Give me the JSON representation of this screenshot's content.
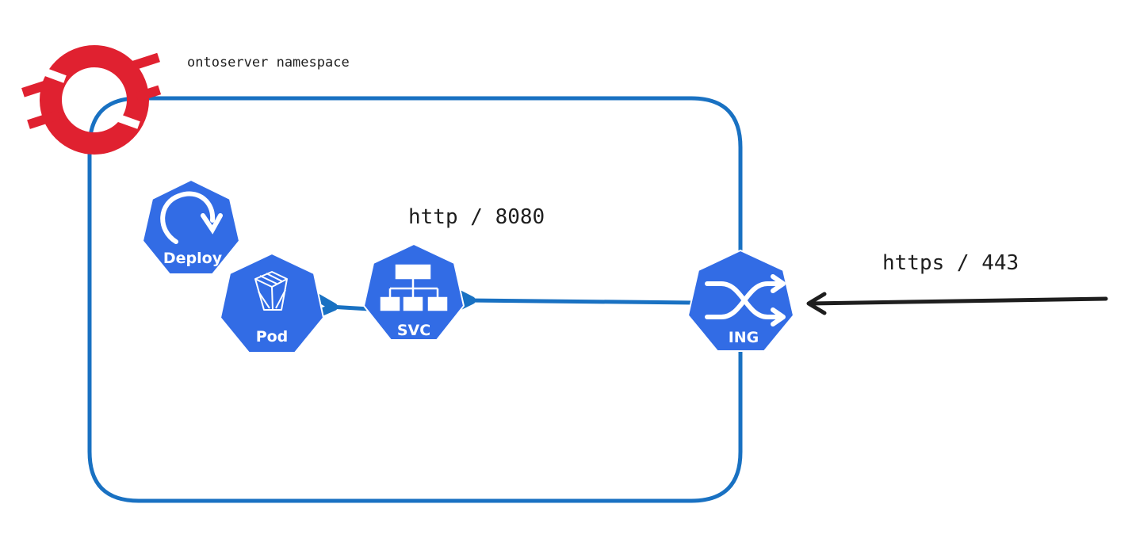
{
  "namespace": {
    "label": "ontoserver namespace"
  },
  "labels": {
    "internal_port": "http / 8080",
    "external_port": "https / 443"
  },
  "nodes": {
    "deploy": {
      "label": "Deploy"
    },
    "pod": {
      "label": "Pod"
    },
    "svc": {
      "label": "SVC"
    },
    "ing": {
      "label": "ING"
    }
  },
  "colors": {
    "namespace_border": "#1971c2",
    "k8s_blue": "#326ce5",
    "arrow_blue": "#1971c2",
    "arrow_black": "#1e1e1e",
    "openshift_red": "#e02130"
  },
  "icons": {
    "logo": "openshift-logo",
    "deploy": "deployment-icon",
    "pod": "pod-cube-icon",
    "svc": "service-tree-icon",
    "ing": "ingress-shuffle-icon"
  }
}
